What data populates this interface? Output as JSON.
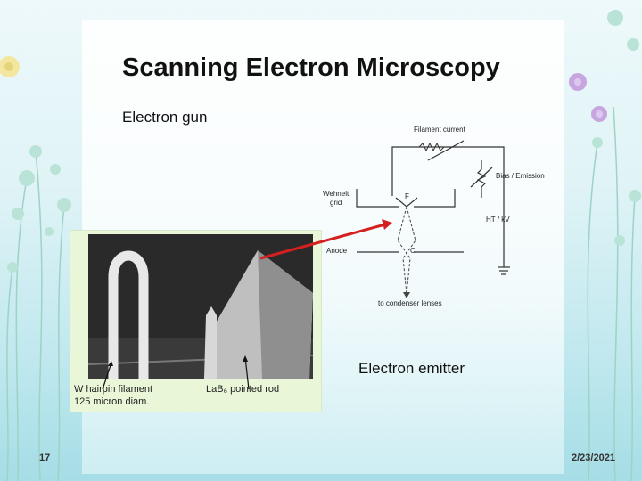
{
  "slide": {
    "title": "Scanning Electron Microscopy",
    "subtitle": "Electron gun",
    "emitter_label": "Electron emitter",
    "slide_number": "17",
    "date": "2/23/2021"
  },
  "photo": {
    "caption_left_line1": "W hairpin filament",
    "caption_left_line2": "125 micron diam.",
    "caption_right": "LaB₆ pointed rod"
  },
  "diagram": {
    "filament_current": "Filament current",
    "bias_emission": "Bias / Emission",
    "wehnelt_line1": "Wehnelt",
    "wehnelt_line2": "grid",
    "f_label": "F",
    "ht_kv": "HT / kV",
    "anode": "Anode",
    "c_label": "C",
    "condenser": "to condenser lenses"
  },
  "colors": {
    "arrow": "#d42020",
    "background": "#dff3f6"
  }
}
